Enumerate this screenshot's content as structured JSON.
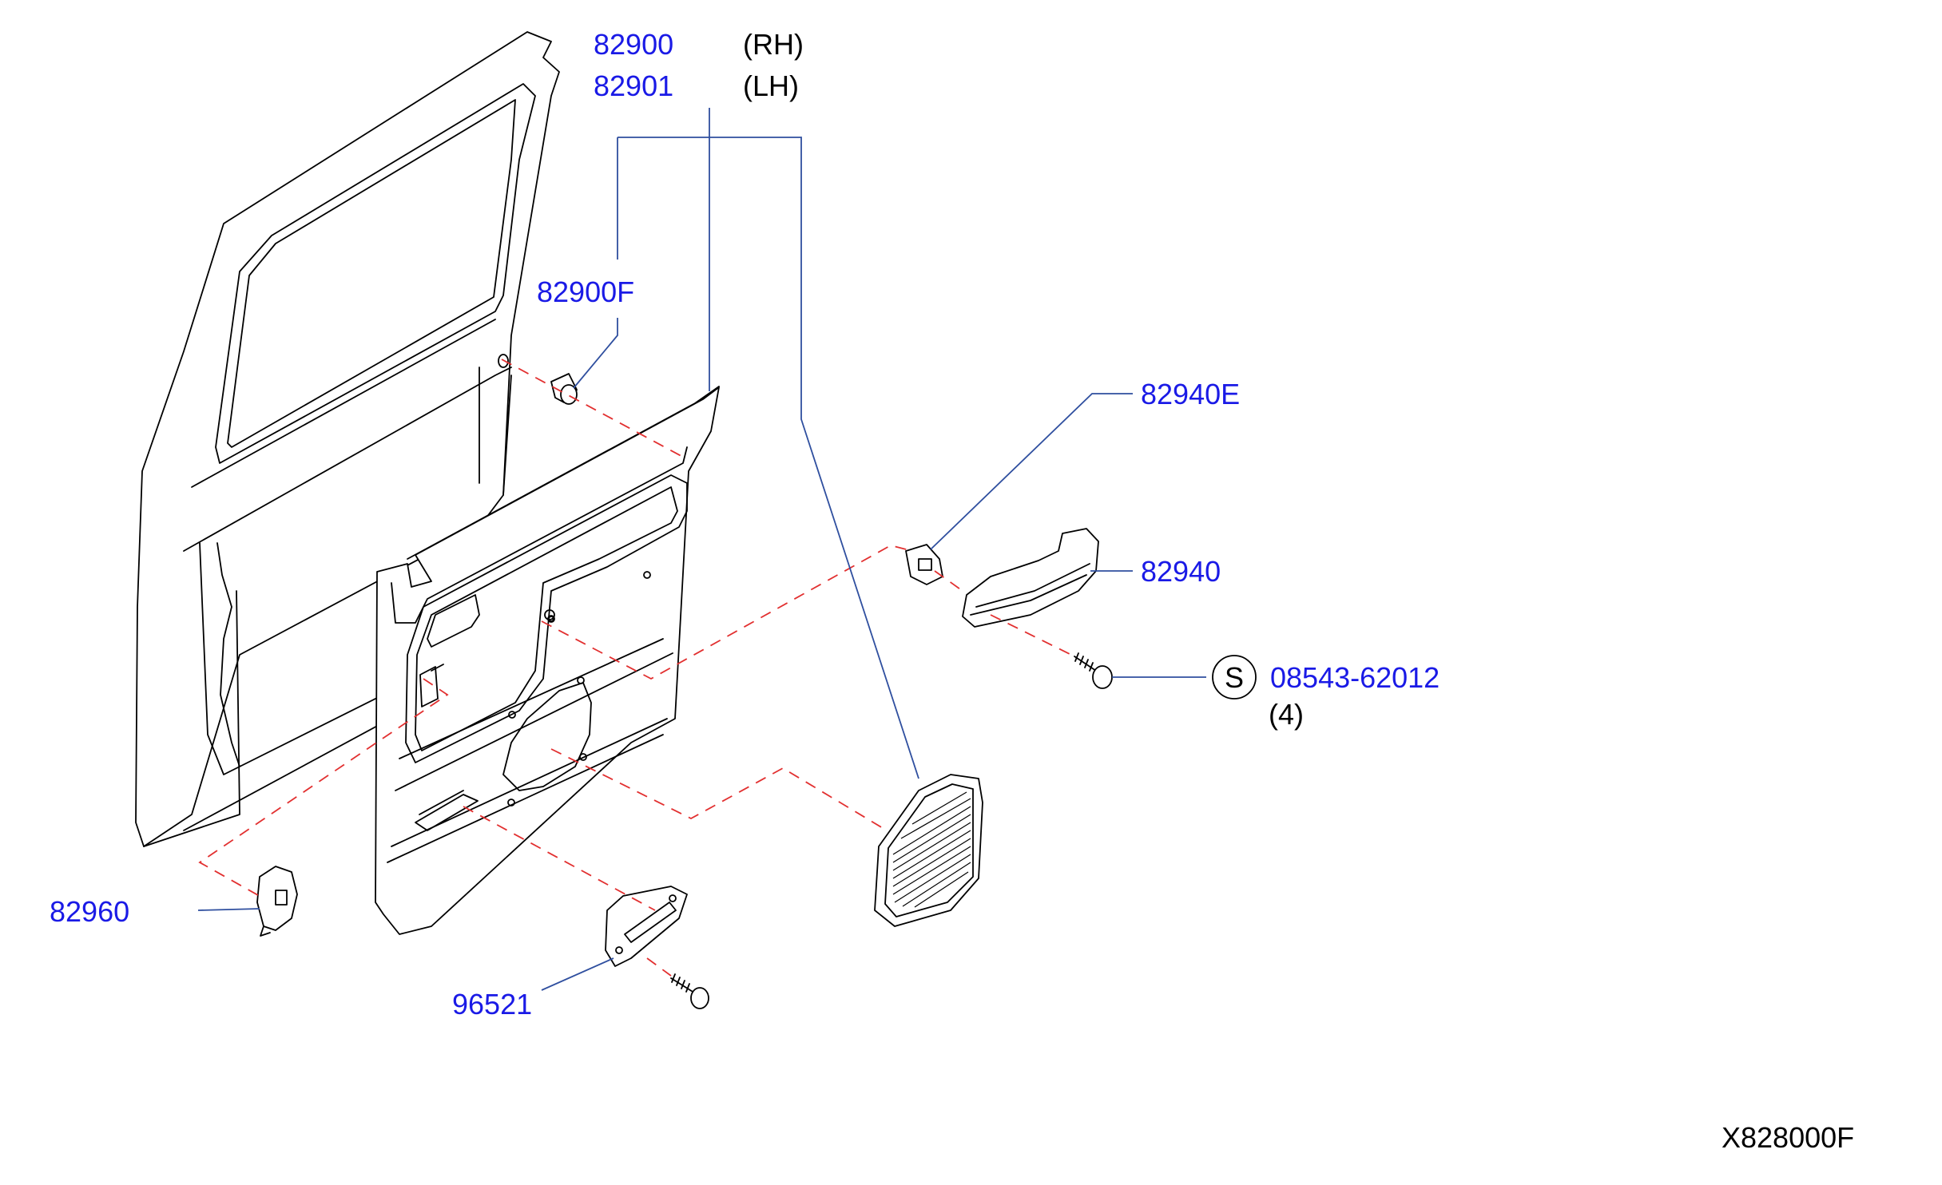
{
  "diagram": {
    "parts": {
      "door_trim_rh": {
        "number": "82900",
        "side": "(RH)"
      },
      "door_trim_lh": {
        "number": "82901",
        "side": "(LH)"
      },
      "clip": {
        "number": "82900F"
      },
      "grip_bracket": {
        "number": "82940E"
      },
      "pull_handle": {
        "number": "82940"
      },
      "screw": {
        "symbol": "S",
        "number": "08543-62012",
        "quantity": "(4)"
      },
      "lock_knob": {
        "number": "82960"
      },
      "ashtray_bezel": {
        "number": "96521"
      }
    },
    "drawing_code": "X828000F",
    "colors": {
      "part_number": "#1a1ae6",
      "leader_line": "#2f4f9f",
      "phantom_line": "#e23030",
      "outline": "#000000"
    }
  }
}
